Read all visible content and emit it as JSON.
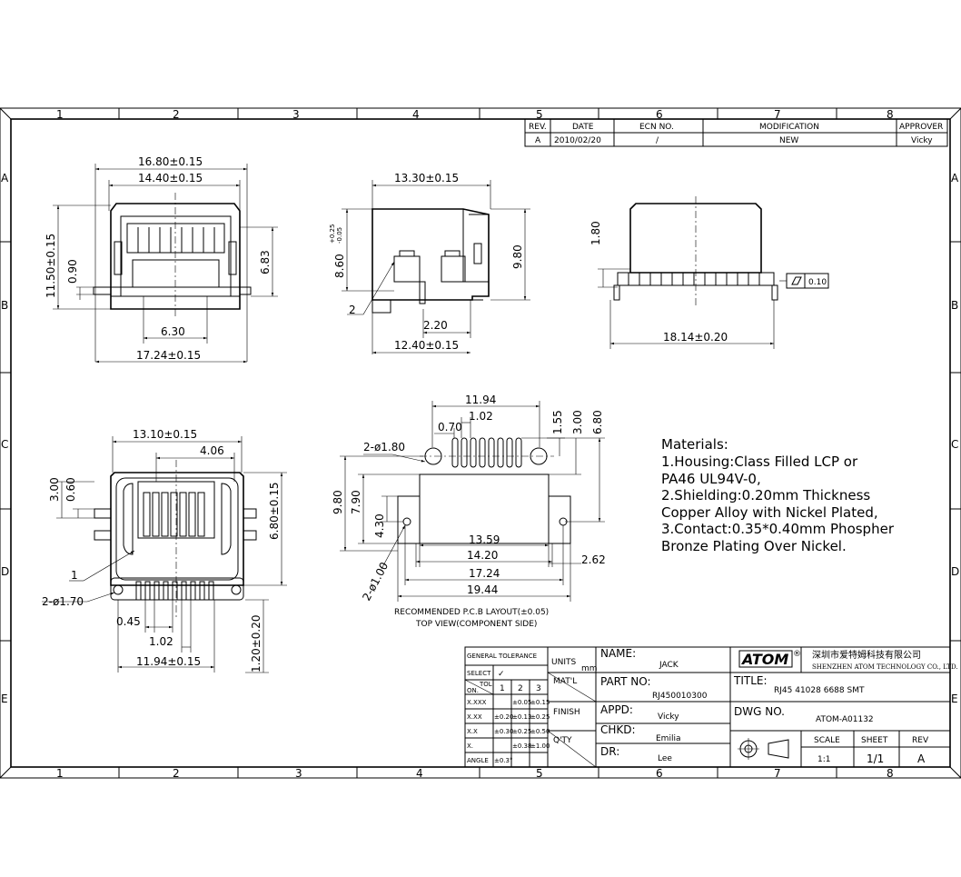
{
  "grid": {
    "top_numbers": [
      "1",
      "2",
      "3",
      "4",
      "5",
      "6",
      "7",
      "8"
    ],
    "bottom_numbers": [
      "1",
      "2",
      "3",
      "4",
      "5",
      "6",
      "7",
      "8"
    ],
    "left_letters": [
      "A",
      "B",
      "C",
      "D",
      "E"
    ],
    "right_letters": [
      "A",
      "B",
      "C",
      "D",
      "E"
    ]
  },
  "revision_table": {
    "headers": {
      "rev": "REV.",
      "date": "DATE",
      "ecn": "ECN NO.",
      "modification": "MODIFICATION",
      "approver": "APPROVER"
    },
    "row": {
      "rev": "A",
      "date": "2010/02/20",
      "ecn": "/",
      "modification": "NEW",
      "approver": "Vicky"
    }
  },
  "front_view": {
    "dims": [
      "16.80±0.15",
      "14.40±0.15",
      "11.50±0.15",
      "0.90",
      "6.83",
      "6.30",
      "17.24±0.15"
    ]
  },
  "side_view": {
    "dims": [
      "13.30±0.15",
      "8.60",
      "+0.25",
      "-0.05",
      "9.80",
      "2.20",
      "12.40±0.15"
    ],
    "callout": "2"
  },
  "rear_view": {
    "dims": [
      "1.80",
      "18.14±0.20"
    ],
    "flatness": "0.10"
  },
  "top_view": {
    "dims": [
      "13.10±0.15",
      "4.06",
      "3.00",
      "0.60",
      "6.80±0.15",
      "0.45",
      "1.02",
      "11.94±0.15",
      "1.20±0.20"
    ],
    "callouts": [
      "1",
      "2-ø1.70"
    ]
  },
  "pcb_layout": {
    "dims": [
      "11.94",
      "1.02",
      "0.70",
      "1.55",
      "3.00",
      "6.80",
      "2-ø1.80",
      "9.80",
      "7.90",
      "4.30",
      "13.59",
      "14.20",
      "2.62",
      "17.24",
      "19.44",
      "2-ø1.00"
    ],
    "caption_line1": "RECOMMENDED P.C.B LAYOUT(±0.05)",
    "caption_line2": "TOP VIEW(COMPONENT SIDE)"
  },
  "materials": [
    "Materials:",
    "1.Housing:Class Filled LCP or",
    "PA46 UL94V-0,",
    "2.Shielding:0.20mm Thickness",
    "Copper Alloy with Nickel Plated,",
    "3.Contact:0.35*0.40mm Phospher",
    "Bronze Plating Over Nickel."
  ],
  "title_block": {
    "tolerance": {
      "title": "GENERAL TOLERANCE",
      "select": "SELECT",
      "check": "✓",
      "tol": "TOL",
      "on": "ON.",
      "cols": [
        "1",
        "2",
        "3"
      ],
      "rows": [
        {
          "label": "X.XXX",
          "c1": "",
          "c2": "±0.05",
          "c3": "±0.15"
        },
        {
          "label": "X.XX",
          "c1": "±0.20",
          "c2": "±0.13",
          "c3": "±0.25"
        },
        {
          "label": "X.X",
          "c1": "±0.30",
          "c2": "±0.25",
          "c3": "±0.50"
        },
        {
          "label": "X.",
          "c1": "",
          "c2": "±0.38",
          "c3": "±1.00"
        },
        {
          "label": "ANGLE",
          "c1": "±0.3°",
          "c2": "",
          "c3": ""
        }
      ]
    },
    "units": "UNITS",
    "units_mm": "mm",
    "matl": "MAT'L",
    "finish": "FINISH",
    "qty": "Q'TY",
    "name_label": "NAME:",
    "name_value": "JACK",
    "part_label": "PART NO:",
    "part_value": "RJ450010300",
    "appd_label": "APPD:",
    "appd_value": "Vicky",
    "chkd_label": "CHKD:",
    "chkd_value": "Emilia",
    "dr_label": "DR:",
    "dr_value": "Lee",
    "logo": "ATOM",
    "logo_reg": "®",
    "company_cn": "深圳市爱特姆科技有限公司",
    "company_en": "SHENZHEN ATOM TECHNOLOGY CO., LTD.",
    "title_label": "TITLE:",
    "title_value": "RJ45 41028 6688 SMT",
    "dwg_label": "DWG NO.",
    "dwg_value": "ATOM-A01132",
    "scale_label": "SCALE",
    "scale_value": "1:1",
    "sheet_label": "SHEET",
    "sheet_value": "1/1",
    "rev_label": "REV",
    "rev_value": "A"
  }
}
